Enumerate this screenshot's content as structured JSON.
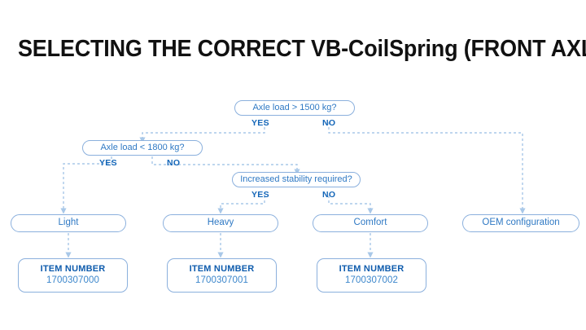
{
  "page": {
    "title": "SELECTING THE CORRECT VB-CoilSpring (FRONT AXLE)",
    "background_color": "#ffffff",
    "title_color": "#111111"
  },
  "theme": {
    "node_border_color": "#8bb0dd",
    "node_text_color": "#2f79c4",
    "branch_label_color": "#1466b8",
    "connector_color": "#a9c8e8",
    "item_heading_color": "#0f5cad",
    "item_value_color": "#3b86cb"
  },
  "flow": {
    "decisions": [
      {
        "id": "decision-axle-load-1500",
        "question": "Axle load > 1500 kg?",
        "yes_label": "YES",
        "no_label": "NO"
      },
      {
        "id": "decision-axle-load-1800",
        "question": "Axle load < 1800 kg?",
        "yes_label": "YES",
        "no_label": "NO"
      },
      {
        "id": "decision-increased-stability",
        "question": "Increased stability required?",
        "yes_label": "YES",
        "no_label": "NO"
      }
    ],
    "categories": [
      {
        "id": "category-light",
        "label": "Light"
      },
      {
        "id": "category-heavy",
        "label": "Heavy"
      },
      {
        "id": "category-comfort",
        "label": "Comfort"
      },
      {
        "id": "category-oem",
        "label": "OEM configuration"
      }
    ],
    "results": [
      {
        "id": "item-light",
        "heading": "ITEM NUMBER",
        "value": "1700307000"
      },
      {
        "id": "item-heavy",
        "heading": "ITEM NUMBER",
        "value": "1700307001"
      },
      {
        "id": "item-comfort",
        "heading": "ITEM NUMBER",
        "value": "1700307002"
      }
    ]
  }
}
